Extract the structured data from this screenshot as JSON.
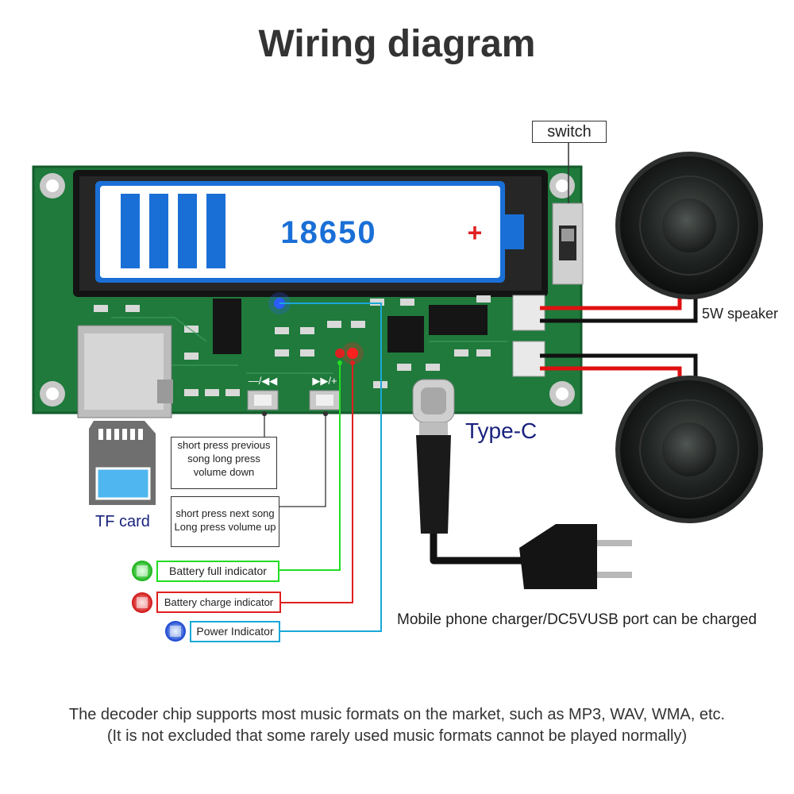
{
  "title": "Wiring diagram",
  "battery": {
    "label": "18650",
    "polarity": "+"
  },
  "switch_label": "switch",
  "speaker_label": "5W speaker",
  "typec_label": "Type-C",
  "tfcard_label": "TF card",
  "charger_label": "Mobile phone charger/DC5VUSB port can be charged",
  "buttons": {
    "prev_symbol": "—/◀◀",
    "next_symbol": "▶▶/+",
    "prev_desc": "short press previous song long press volume down",
    "next_desc": "short press next song Long press volume up"
  },
  "indicators": [
    {
      "label": "Battery full indicator",
      "color": "#22cc22"
    },
    {
      "label": "Battery charge indicator",
      "color": "#e02020"
    },
    {
      "label": "Power Indicator",
      "color": "#19a8d8"
    }
  ],
  "footer": {
    "line1": "The decoder chip supports most music formats on the market, such as MP3, WAV, WMA, etc.",
    "line2": "(It is not excluded that some rarely used music formats cannot be played normally)"
  },
  "colors": {
    "pcb": "#1f7a3c",
    "battery": "#1a6fd6",
    "wire_red": "#e01010",
    "wire_black": "#111111"
  }
}
